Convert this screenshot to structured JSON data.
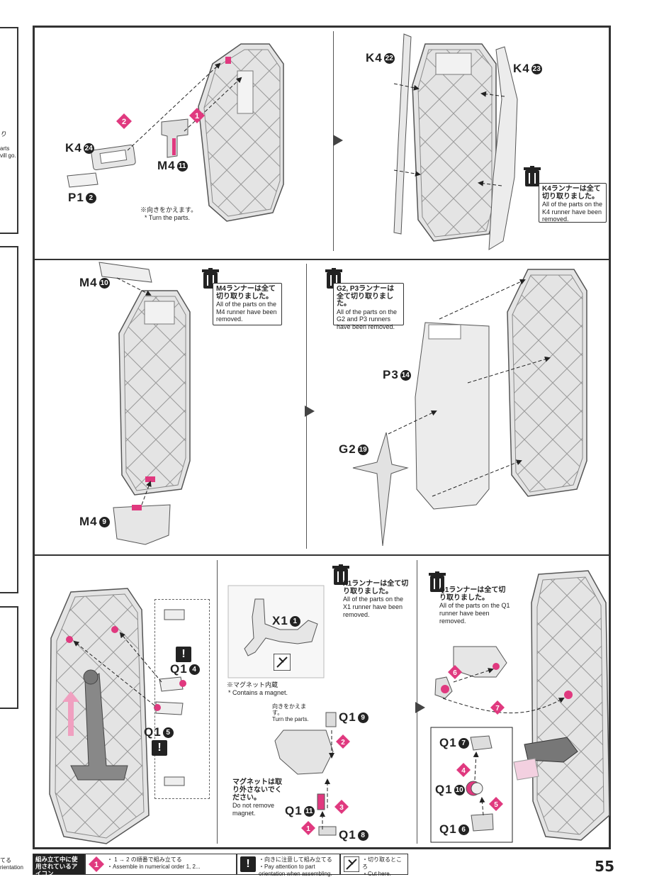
{
  "page_number": "55",
  "panel1": {
    "labels": {
      "k4_24": "K4",
      "m4_11": "M4",
      "p1_2": "P1"
    },
    "nums": {
      "k4_24": "24",
      "m4_11": "11",
      "p1_2": "2"
    },
    "steps": [
      "1",
      "2"
    ],
    "note_ja": "※向きをかえます。",
    "note_en": "* Turn the parts."
  },
  "panel2": {
    "labels": {
      "k4_22": "K4",
      "k4_23": "K4"
    },
    "nums": {
      "k4_22": "22",
      "k4_23": "23"
    },
    "bin_ja": "K4ランナーは全て切り取りました。",
    "bin_en": "All of the parts on the K4 runner have been removed."
  },
  "panel3": {
    "labels": {
      "m4_10": "M4",
      "m4_9": "M4"
    },
    "nums": {
      "m4_10": "10",
      "m4_9": "9"
    },
    "bin_ja": "M4ランナーは全て切り取りました。",
    "bin_en": "All of the parts on the M4 runner have been removed."
  },
  "panel4": {
    "labels": {
      "p3_14": "P3",
      "g2_19": "G2"
    },
    "nums": {
      "p3_14": "14",
      "g2_19": "19"
    },
    "bin_ja": "G2, P3ランナーは全て切り取りました。",
    "bin_en": "All of the parts on the G2 and P3 runners have been removed."
  },
  "panel5": {
    "labels": {
      "q1_4": "Q1",
      "q1_5": "Q1"
    },
    "nums": {
      "q1_4": "4",
      "q1_5": "5"
    }
  },
  "panel6": {
    "labels": {
      "x1_1": "X1",
      "q1_9": "Q1",
      "q1_11": "Q1",
      "q1_8": "Q1"
    },
    "nums": {
      "x1_1": "1",
      "q1_9": "9",
      "q1_11": "11",
      "q1_8": "8"
    },
    "steps": [
      "1",
      "2",
      "3"
    ],
    "bin_ja": "X1ランナーは全て切り取りました。",
    "bin_en": "All of the parts on the X1 runner have been removed.",
    "magnet_ja": "※マグネット内蔵",
    "magnet_en": "* Contains a magnet.",
    "turn_ja": "向きをかえます。",
    "turn_en": "Turn the parts.",
    "nomag_ja": "マグネットは取り外さないでください。",
    "nomag_en": "Do not remove magnet."
  },
  "panel7": {
    "labels": {
      "q1_7": "Q1",
      "q1_10": "Q1",
      "q1_6": "Q1"
    },
    "nums": {
      "q1_7": "7",
      "q1_10": "10",
      "q1_6": "6"
    },
    "steps": [
      "4",
      "5",
      "6",
      "7"
    ],
    "bin_ja": "Q1ランナーは全て切り取りました。",
    "bin_en": "All of the parts on the Q1 runner have been removed."
  },
  "legend": {
    "title_ja": "組み立て中に使用されているアイコン",
    "title_en": "Symbols used in instructions",
    "order_ja": "・ 1 → 2 の順番で組み立てる",
    "order_en": "・Assemble in numerical order 1, 2...",
    "orient_ja": "・向きに注意して組み立てる",
    "orient_en": "・Pay attention to part orientation when assembling.",
    "cut_ja": "・切り取るところ",
    "cut_en": "・Cut here."
  },
  "left_edge": {
    "fragment1": "り",
    "fragment2": "arts",
    "fragment3": "vill go.",
    "fragment4": "てる",
    "fragment5": "rientation"
  },
  "colors": {
    "accent": "#e0397f",
    "line": "#333333",
    "part": "#d9d9d9"
  }
}
